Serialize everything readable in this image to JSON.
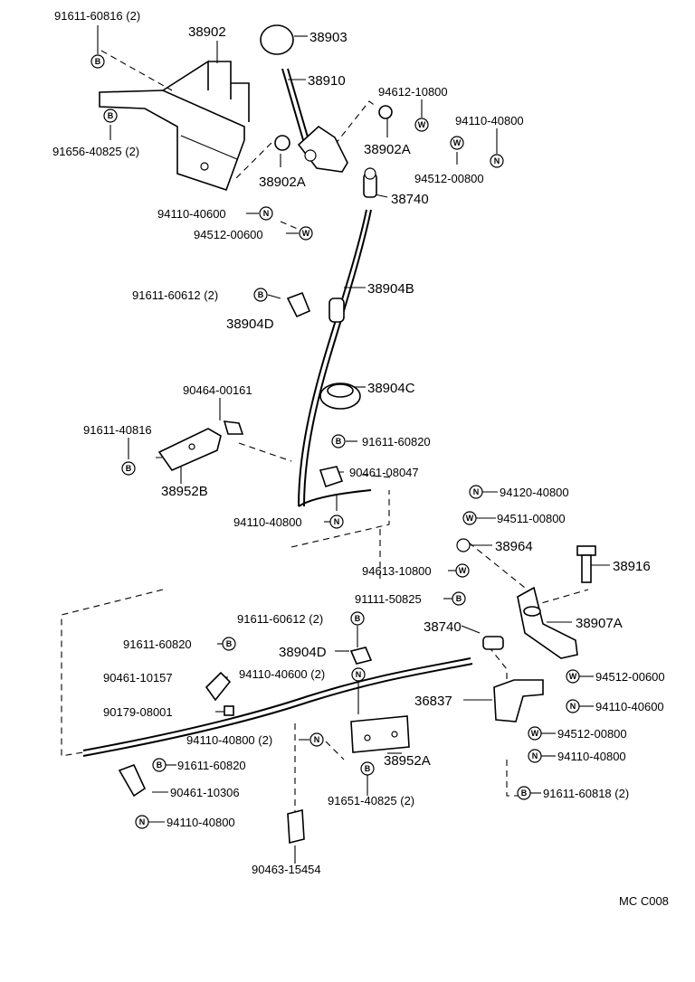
{
  "diagram": {
    "corner_code": "MC C008",
    "parts": {
      "p38902": "38902",
      "p38903": "38903",
      "p38910": "38910",
      "p38902A_r": "38902A",
      "p38902A_l": "38902A",
      "p38740_top": "38740",
      "p38904B": "38904B",
      "p38904D_top": "38904D",
      "p38904C": "38904C",
      "p38952B": "38952B",
      "p38964": "38964",
      "p38916": "38916",
      "p38740_bot": "38740",
      "p38907A": "38907A",
      "p38904D_bot": "38904D",
      "p36837": "36837",
      "p38952A": "38952A"
    },
    "fasteners": {
      "f1": {
        "text": "91611-60816 (2)",
        "symbol": "B"
      },
      "f2": {
        "text": "91656-40825 (2)",
        "symbol": "B"
      },
      "f3": {
        "text": "94612-10800",
        "symbol": "W"
      },
      "f4": {
        "text": "94110-40800",
        "symbol": "N"
      },
      "f5": {
        "text": "94512-00800",
        "symbol": "W"
      },
      "f6": {
        "text": "94110-40600",
        "symbol": "N"
      },
      "f7": {
        "text": "94512-00600",
        "symbol": "W"
      },
      "f8": {
        "text": "91611-60612 (2)",
        "symbol": "B"
      },
      "f9": {
        "text": "90464-00161",
        "symbol": ""
      },
      "f10": {
        "text": "91611-40816",
        "symbol": "B"
      },
      "f11": {
        "text": "91611-60820",
        "symbol": "B"
      },
      "f12": {
        "text": "90461-08047",
        "symbol": ""
      },
      "f13": {
        "text": "94110-40800",
        "symbol": "N"
      },
      "f14": {
        "text": "94120-40800",
        "symbol": "N"
      },
      "f15": {
        "text": "94511-00800",
        "symbol": "W"
      },
      "f16": {
        "text": "94613-10800",
        "symbol": "W"
      },
      "f17": {
        "text": "91111-50825",
        "symbol": "B"
      },
      "f18": {
        "text": "91611-60612 (2)",
        "symbol": "B"
      },
      "f19": {
        "text": "91611-60820",
        "symbol": "B"
      },
      "f20": {
        "text": "90461-10157",
        "symbol": ""
      },
      "f21": {
        "text": "94110-40600 (2)",
        "symbol": "N"
      },
      "f22": {
        "text": "90179-08001",
        "symbol": ""
      },
      "f23": {
        "text": "94110-40800 (2)",
        "symbol": "N"
      },
      "f24": {
        "text": "91651-40825 (2)",
        "symbol": "B"
      },
      "f25": {
        "text": "91611-60820",
        "symbol": "B"
      },
      "f26": {
        "text": "90461-10306",
        "symbol": ""
      },
      "f27": {
        "text": "94110-40800",
        "symbol": "N"
      },
      "f28": {
        "text": "90463-15454",
        "symbol": ""
      },
      "f29": {
        "text": "94512-00600",
        "symbol": "W"
      },
      "f30": {
        "text": "94110-40600",
        "symbol": "N"
      },
      "f31": {
        "text": "94512-00800",
        "symbol": "W"
      },
      "f32": {
        "text": "94110-40800",
        "symbol": "N"
      },
      "f33": {
        "text": "91611-60818 (2)",
        "symbol": "B"
      }
    }
  }
}
